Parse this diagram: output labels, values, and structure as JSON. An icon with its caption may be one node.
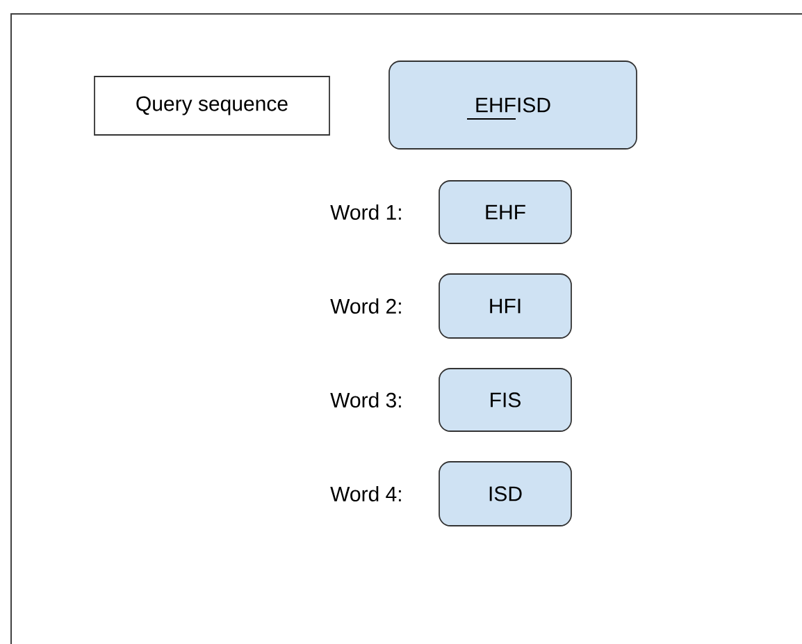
{
  "diagram": {
    "nodes": [
      {
        "text": [
          "Query sequence"
        ]
      },
      {
        "text": [
          "EHFISD"
        ]
      },
      {
        "text": [
          "EHF"
        ],
        "beside": [
          "Word 1:"
        ]
      },
      {
        "text": [
          "HFI"
        ],
        "beside": [
          "Word 2:"
        ]
      },
      {
        "text": [
          "FIS"
        ],
        "beside": [
          "Word 3:"
        ]
      },
      {
        "text": [
          "ISD"
        ],
        "beside": [
          "Word 4:"
        ]
      }
    ]
  }
}
